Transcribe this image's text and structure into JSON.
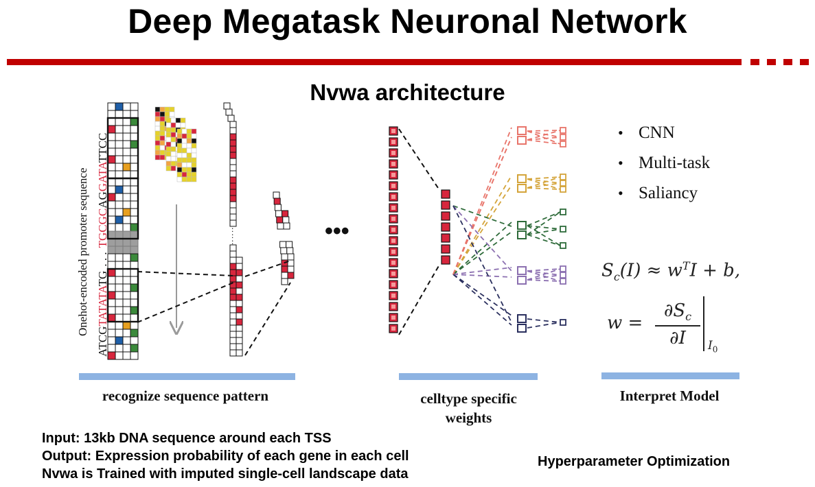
{
  "title": "Deep Megatask Neuronal Network",
  "subtitle": "Nvwa architecture",
  "colors": {
    "accent_red": "#c00000",
    "blue_line": "#8db3e2",
    "cell_red": "#d7263d",
    "cell_blue": "#1f5fa8",
    "cell_green": "#3b8a3b",
    "cell_orange": "#e8a020",
    "cell_yellow": "#e6d22a",
    "conn_salmon": "#e8746a",
    "conn_gold": "#d4a43a",
    "conn_green": "#2e6b3a",
    "conn_purple": "#8b6fb0",
    "conn_navy": "#2a2f5e"
  },
  "diagram": {
    "sequence_label": "Onehot-encoded promoter sequence",
    "seq_start": "ATCG",
    "seq_tata_1": "TATATA",
    "seq_tg": "TG",
    "seq_dots": ". . .",
    "seq_tgcgc": "TGCGC",
    "seq_ag": "AG",
    "seq_gata": "GATA",
    "seq_ttcc": "TTCC",
    "ellipsis": "•••"
  },
  "sections": [
    {
      "caption": "recognize sequence pattern"
    },
    {
      "caption_line1": "celltype specific",
      "caption_line2": "weights"
    },
    {
      "caption": "Interpret Model"
    }
  ],
  "bullets": [
    "CNN",
    "Multi-task",
    "Saliancy"
  ],
  "formula": {
    "line1_lhs": "S",
    "line1_sub": "c",
    "line1_arg": "(I) ≈ w",
    "line1_sup": "T",
    "line1_rhs": "I + b,",
    "line2_lhs": "w =",
    "line2_num": "∂S",
    "line2_num_sub": "c",
    "line2_den": "∂I",
    "line2_eval": "I",
    "line2_eval_sub": "0"
  },
  "info_lines": [
    "Input: 13kb DNA sequence around each TSS",
    "Output: Expression probability of each gene in each cell",
    "Nvwa is Trained with imputed single-cell landscape data"
  ],
  "hyperparameter": "Hyperparameter Optimization"
}
